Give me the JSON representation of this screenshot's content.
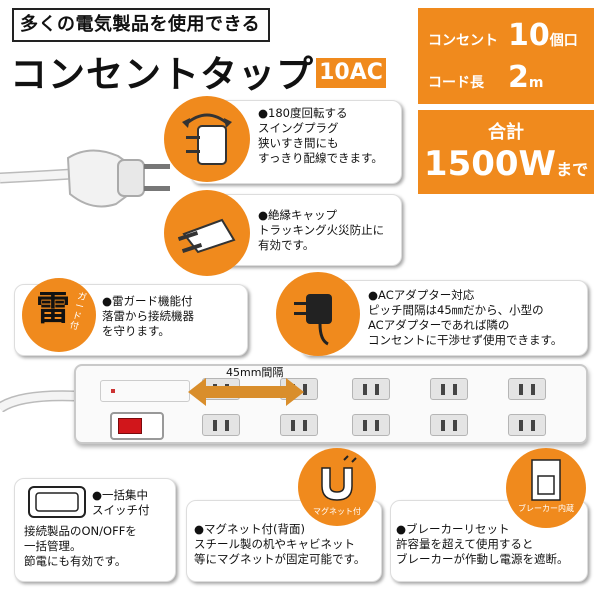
{
  "header": {
    "subtitle": "多くの電気製品を使用できる",
    "title": "コンセントタップ",
    "ac_badge": "10AC"
  },
  "specs": {
    "outlet_label": "コンセント",
    "outlet_value": "10",
    "outlet_unit": "個口",
    "cord_label": "コード長",
    "cord_value": "2",
    "cord_unit": "m"
  },
  "total": {
    "label": "合計",
    "value": "1500W",
    "suffix": "まで"
  },
  "features": {
    "swing": {
      "lines": [
        "●180度回転する",
        "スイングプラグ",
        "狭いすき間にも",
        "すっきり配線できます。"
      ]
    },
    "insulation": {
      "lines": [
        "●絶縁キャップ",
        "トラッキング火災防止に",
        "有効です。"
      ]
    },
    "lightning": {
      "icon_char": "雷",
      "icon_sub": "ガード付",
      "lines": [
        "●雷ガード機能付",
        "落雷から接続機器",
        "を守ります。"
      ]
    },
    "adapter": {
      "lines": [
        "●ACアダプター対応",
        "ピッチ間隔は45㎜だから、小型の",
        "ACアダプターであれば隣の",
        "コンセントに干渉せず使用できます。"
      ]
    },
    "switch": {
      "lines_top": [
        "●一括集中",
        "スイッチ付"
      ],
      "lines": [
        "接続製品のON/OFFを",
        "一括管理。",
        "節電にも有効です。"
      ]
    },
    "magnet": {
      "badge": "マグネット付",
      "lines": [
        "●マグネット付(背面)",
        "スチール製の机やキャビネット",
        "等にマグネットが固定可能です。"
      ]
    },
    "breaker": {
      "badge": "ブレーカー内蔵",
      "lines": [
        "●ブレーカーリセット",
        "許容量を超えて使用すると",
        "ブレーカーが作動し電源を遮断。"
      ]
    }
  },
  "pitch_label": "45mm間隔",
  "colors": {
    "accent": "#f08a1d",
    "switch_red": "#d1161b"
  }
}
